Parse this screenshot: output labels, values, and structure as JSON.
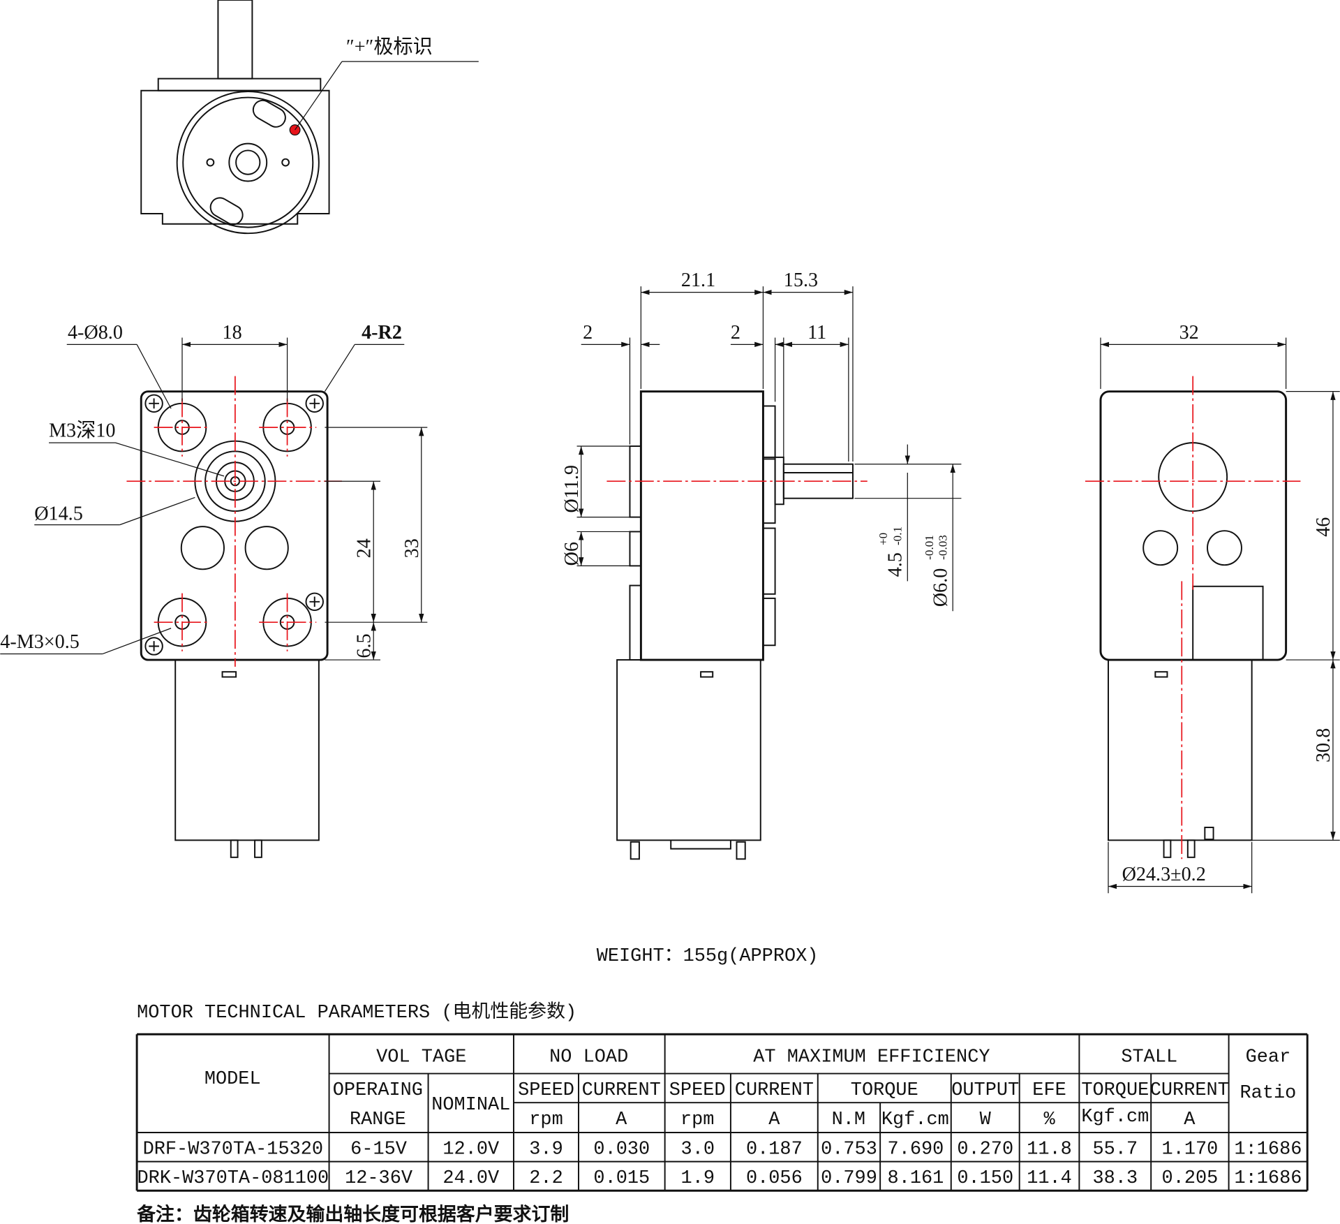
{
  "top_view": {
    "polarity_label": "″+″极标识"
  },
  "front_view": {
    "hole_dia": "4-Ø8.0",
    "hole_spacing": "18",
    "corner_radius": "4-R2",
    "center_thread": "M3深10",
    "boss_dia": "Ø14.5",
    "mount_thread": "4-M3×0.5",
    "dim_24": "24",
    "dim_33": "33",
    "dim_6_5": "6.5"
  },
  "side_view": {
    "dim_21_1": "21.1",
    "dim_15_3": "15.3",
    "dim_2_left": "2",
    "dim_2_right": "2",
    "dim_11": "11",
    "dim_11_9": "Ø11.9",
    "dim_6": "Ø6",
    "flat": "4.5",
    "flat_tol_upper": "+0",
    "flat_tol_lower": "-0.1",
    "shaft": "Ø6.0",
    "shaft_tol_upper": "-0.01",
    "shaft_tol_lower": "-0.03"
  },
  "right_view": {
    "dim_32": "32",
    "dim_46": "46",
    "dim_30_8": "30.8",
    "motor_dia": "Ø24.3±0.2"
  },
  "weight": "WEIGHT：155g(APPROX)",
  "table_title": "MOTOR TECHNICAL PARAMETERS (电机性能参数)",
  "table": {
    "header": {
      "model": "MODEL",
      "voltage": "VOL TAGE",
      "no_load": "NO LOAD",
      "max_eff": "AT MAXIMUM EFFICIENCY",
      "stall": "STALL",
      "gear": "Gear",
      "ratio": "Ratio",
      "operating": "OPERAING",
      "range": "RANGE",
      "nominal": "NOMINAL",
      "speed": "SPEED",
      "current": "CURRENT",
      "torque": "TORQUE",
      "output": "OUTPUT",
      "efe": "EFE",
      "u_rpm": "rpm",
      "u_a": "A",
      "u_nm": "N.M",
      "u_kgf": "Kgf.cm",
      "u_w": "W",
      "u_pct": "%"
    },
    "rows": [
      [
        "DRF-W370TA-15320",
        "6-15V",
        "12.0V",
        "3.9",
        "0.030",
        "3.0",
        "0.187",
        "0.753",
        "7.690",
        "0.270",
        "11.8",
        "55.7",
        "1.170",
        "1:1686"
      ],
      [
        "DRK-W370TA-081100",
        "12-36V",
        "24.0V",
        "2.2",
        "0.015",
        "1.9",
        "0.056",
        "0.799",
        "8.161",
        "0.150",
        "11.4",
        "38.3",
        "0.205",
        "1:1686"
      ]
    ]
  },
  "note": "备注：齿轮箱转速及输出轴长度可根据客户要求订制",
  "colors": {
    "centerline": "#e8141b",
    "line": "#111111"
  }
}
